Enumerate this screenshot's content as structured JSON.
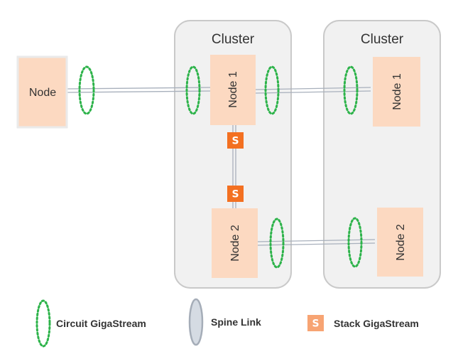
{
  "clusters": [
    {
      "title": "Cluster"
    },
    {
      "title": "Cluster"
    }
  ],
  "nodes": {
    "standalone": "Node",
    "cluster_a_node_1": "Node 1",
    "cluster_a_node_2": "Node 2",
    "cluster_b_node_1": "Node 1",
    "cluster_b_node_2": "Node 2"
  },
  "stack_glyph": "S",
  "legend": {
    "circuit": "Circuit GigaStream",
    "spine": "Spine Link",
    "stack": "Stack GigaStream"
  },
  "colors": {
    "circuit_dots": "#2db34a",
    "node_fill": "#fcd9c1",
    "stack_orange": "#f37021",
    "cluster_fill": "#f1f1f1",
    "link_line": "#a8b0bc"
  }
}
